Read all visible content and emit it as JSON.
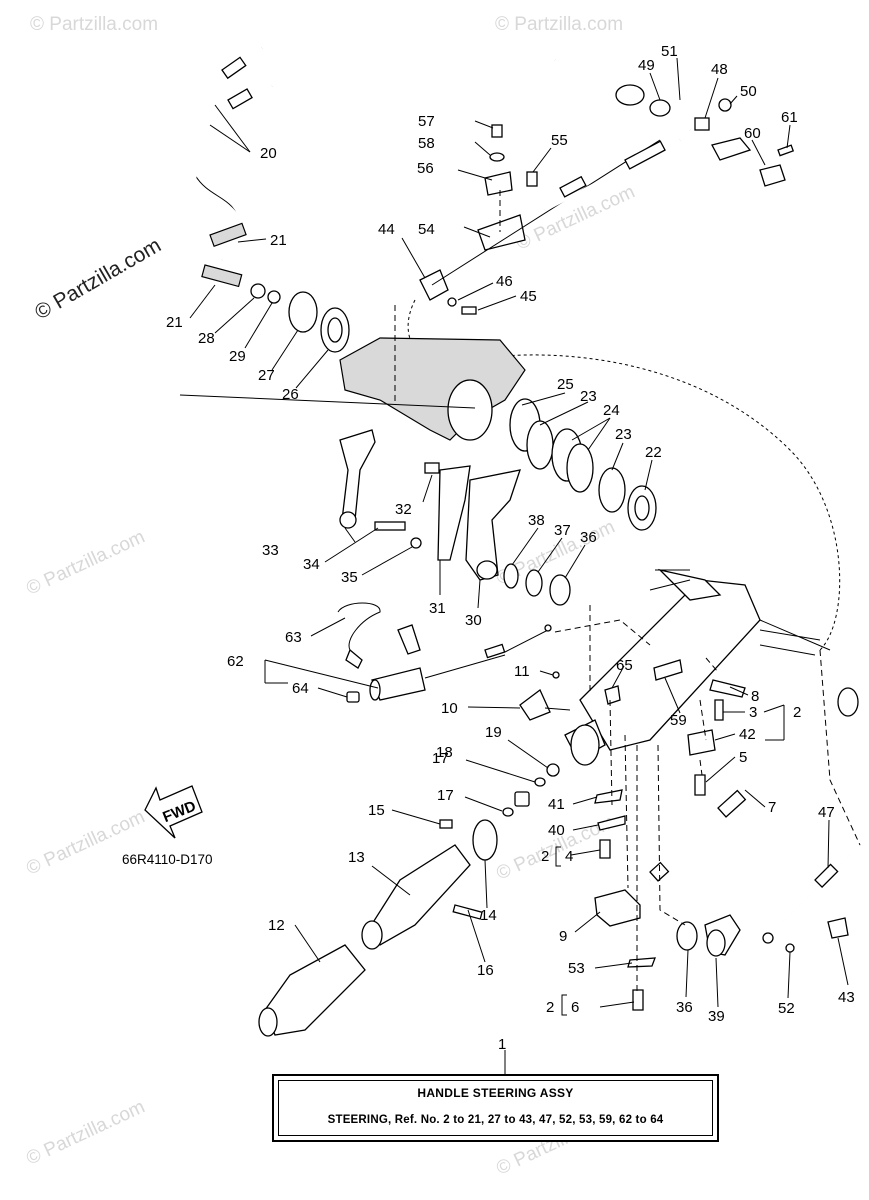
{
  "watermark": {
    "text": "© Partzilla.com",
    "primary_text": "© Partzilla.com",
    "color": "#d8d8d8"
  },
  "drawing_code": "66R4110-D170",
  "direction_marker": "FWD",
  "legend": {
    "ref_number": "1",
    "title": "HANDLE STEERING ASSY",
    "description": "STEERING,  Ref. No. 2 to 21, 27 to 43, 47, 52, 53, 59, 62 to 64"
  },
  "callouts": {
    "c2a": "2",
    "c2b": "2",
    "c2c": "2",
    "c3": "3",
    "c4": "4",
    "c5": "5",
    "c6": "6",
    "c7": "7",
    "c8": "8",
    "c9": "9",
    "c10": "10",
    "c11": "11",
    "c12": "12",
    "c13": "13",
    "c14": "14",
    "c15": "15",
    "c16": "16",
    "c17a": "17",
    "c17b": "17",
    "c18": "18",
    "c19": "19",
    "c20": "20",
    "c21a": "21",
    "c21b": "21",
    "c22": "22",
    "c23a": "23",
    "c23b": "23",
    "c24": "24",
    "c25": "25",
    "c26": "26",
    "c27": "27",
    "c28": "28",
    "c29": "29",
    "c30": "30",
    "c31": "31",
    "c32": "32",
    "c33": "33",
    "c34": "34",
    "c35": "35",
    "c36a": "36",
    "c36b": "36",
    "c37": "37",
    "c38": "38",
    "c39": "39",
    "c40": "40",
    "c41": "41",
    "c42": "42",
    "c43": "43",
    "c44": "44",
    "c45": "45",
    "c46": "46",
    "c47": "47",
    "c48": "48",
    "c49": "49",
    "c50": "50",
    "c51": "51",
    "c52": "52",
    "c53": "53",
    "c54": "54",
    "c55": "55",
    "c56": "56",
    "c57": "57",
    "c58": "58",
    "c59": "59",
    "c60": "60",
    "c61": "61",
    "c62": "62",
    "c63": "63",
    "c64": "64",
    "c65": "65"
  }
}
